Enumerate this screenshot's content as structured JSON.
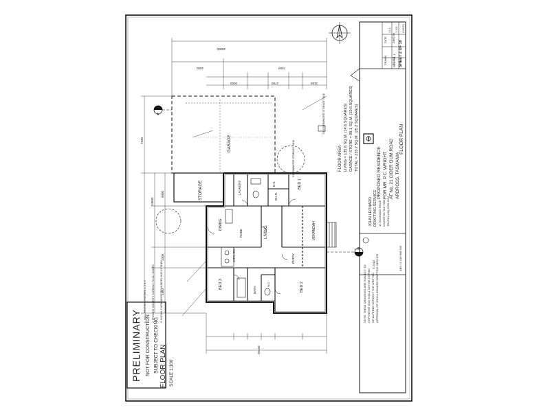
{
  "sheet": {
    "preliminary": {
      "title": "PRELIMINARY",
      "line1": "NOT FOR CONSTRUCTION",
      "line2": "SUBJECT TO CHECKING"
    },
    "plan_title": "FLOOR PLAN",
    "plan_scale": "SCALE 1:100",
    "title_block": {
      "heading": "FLOOR PLAN",
      "project": "PROPOSED RESIDENCE",
      "client": "FOR MR. P.C. WRIGHT",
      "address": "AT No. 21 CIDER GUM ROAD",
      "locality": "ARDROSS, TASMANIA",
      "designer": "JOHN LEONARD",
      "service": "DRAFTING SERVICE",
      "street": "17 SANDWAN ROAD",
      "town": "KINGSTON TAS 7050",
      "phone": "TEL/FAX (03) 6229 2114",
      "abn": "ABN 13 418 968 939",
      "sheet": "SHEET 2 OF 10",
      "rev": "REV. No. 1",
      "drawn_label": "DRAWN",
      "drawn_value": "J.L.L.",
      "scale_label": "SCALE",
      "scale_value": "1:100",
      "date_label": "DATE",
      "date_value": "21/6/10",
      "dwg_label": "DWG No.",
      "dwg_value": "T. 9",
      "copyright": "© 2010",
      "note1": "NOTE: THESE DRAWINGS ARE SUBJECT TO",
      "note2": "COPYRIGHT AND SHALL NOT BE COPIED",
      "note3": "OR ALTERED WITHOUT THE WRITTEN",
      "note4": "APPROVAL OF JOHN LEONARD DRAFTING SERVICE"
    },
    "floor_area": {
      "heading": "FLOOR AREA",
      "living": "LIVING = 135.6 SQ.M. (14.6 SQUARES)",
      "garage": "GARAGE / STORE = 98.1 SQ.M. (10.6 SQUARES)",
      "total": "TOTAL = 233.7 SQ.M. (25.2 SQUARES)"
    },
    "rooms": {
      "garage": "GARAGE",
      "storage": "STORAGE",
      "laundry": "LAUNDRY",
      "dining": "DINING",
      "living": "LIVING",
      "kitchen": "KITCHEN",
      "bed1": "BED 1",
      "bed2": "BED 2",
      "bed3": "BED 3",
      "bath": "BATH",
      "wc": "W.C.",
      "ens": "E.S.",
      "verandah": "VERANDAH",
      "entry": "ENTRY",
      "wir": "W.I.R.",
      "robe": "ROBE"
    },
    "notes": {
      "n1": "1. WALL HEATERS FOR BED 1, 2 & 3",
      "n2": "2. PROVIDE SECURITY SCREENS TO ALL DOORS",
      "n3": "3. INSTALL CUPBOARDS TO LAUNDRY AND KITCHEN",
      "stormwater": "STORMWATER STORAGE TANK",
      "tank": "TO STORMWATER STORAGE TANK"
    },
    "dims": {
      "overall_top": "20000",
      "overall_bottom": "20150",
      "seg1": "4000",
      "seg2": "7000",
      "seg3": "3000",
      "seg4": "2700",
      "seg5": "3150",
      "side1": "7530",
      "side2": "14600",
      "side3": "9000",
      "side4": "1000",
      "side5": "1800"
    },
    "section_marks": {
      "a": "A",
      "b": "B"
    }
  }
}
